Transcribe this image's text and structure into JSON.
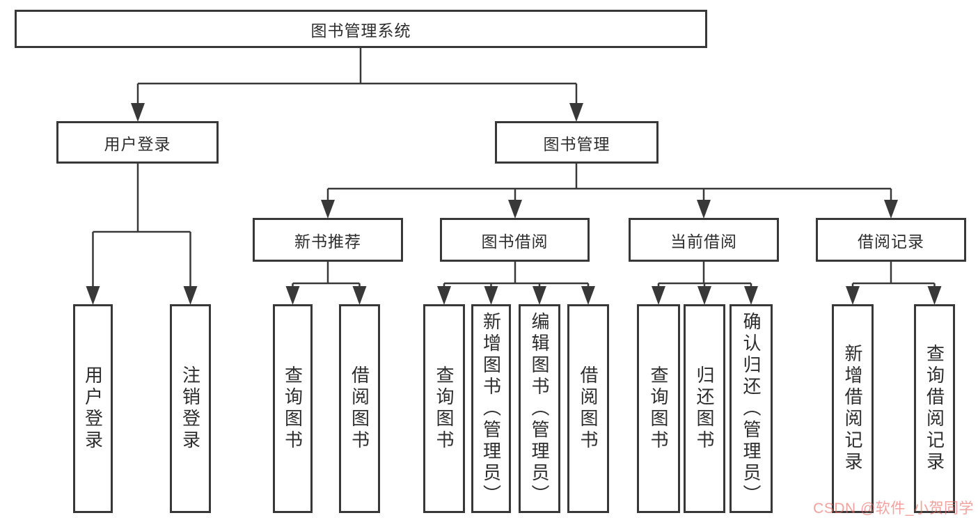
{
  "nodes": {
    "root": "图书管理系统",
    "user_login": "用户登录",
    "book_management": "图书管理",
    "new_book_recommend": "新书推荐",
    "book_borrow": "图书借阅",
    "current_borrow": "当前借阅",
    "borrow_records": "借阅记录",
    "leaf_user_login": "用户登录",
    "leaf_logout": "注销登录",
    "leaf_rec_query_book": "查询图书",
    "leaf_rec_borrow_book": "借阅图书",
    "leaf_bb_query_book": "查询图书",
    "leaf_bb_add_book": "新增图书（管理员）",
    "leaf_bb_edit_book": "编辑图书（管理员）",
    "leaf_bb_borrow_book": "借阅图书",
    "leaf_cb_query_book": "查询图书",
    "leaf_cb_return_book": "归还图书",
    "leaf_cb_confirm_return": "确认归还（管理员）",
    "leaf_br_add_record": "新增借阅记录",
    "leaf_br_query_record": "查询借阅记录"
  },
  "watermark": {
    "text": "CSDN @软件_小贺同学",
    "color": "#e96a63"
  },
  "colors": {
    "line": "#383838",
    "text": "#2d2d2d",
    "background": "#ffffff"
  }
}
